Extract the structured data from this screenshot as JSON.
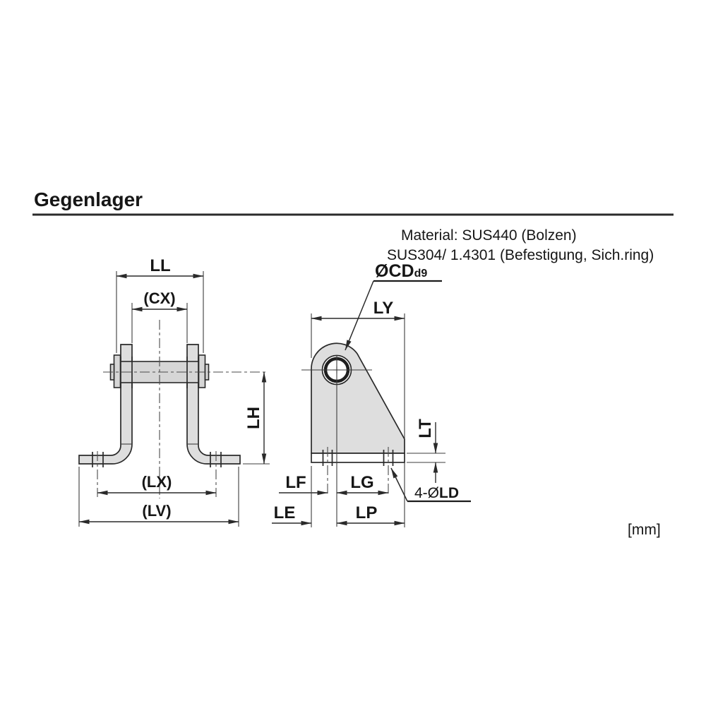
{
  "header": {
    "title": "Gegenlager"
  },
  "notes": {
    "material_line1": "Material: SUS440 (Bolzen)",
    "material_line2": "SUS304/ 1.4301 (Befestigung, Sich.ring)",
    "unit": "[mm]"
  },
  "front_view": {
    "dims": {
      "ll": "LL",
      "cx": "(CX)",
      "lh": "LH",
      "lx": "(LX)",
      "lv": "(LV)"
    }
  },
  "side_view": {
    "dims": {
      "ly": "LY",
      "cd_label": "ØCD",
      "cd_tolerance": "d9",
      "lt": "LT",
      "lf": "LF",
      "lg": "LG",
      "le": "LE",
      "lp": "LP",
      "ld_count_prefix": "4-Ø",
      "ld_label": "LD"
    }
  }
}
